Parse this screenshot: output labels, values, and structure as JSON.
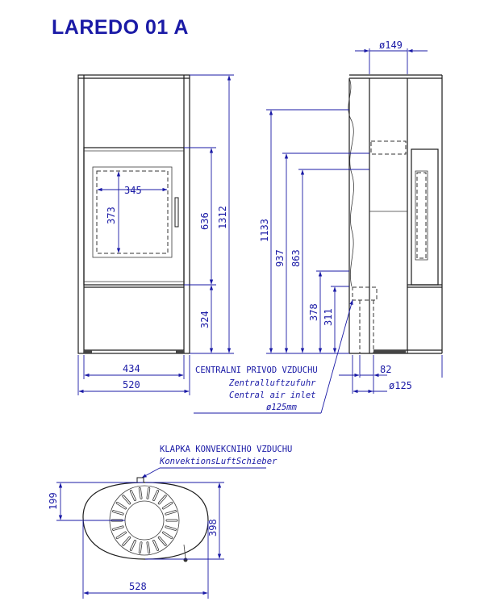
{
  "title": "LAREDO 01 A",
  "dimensions": {
    "front": {
      "height_total": "1312",
      "door_height": "636",
      "base_height": "324",
      "window_width": "345",
      "window_height": "373",
      "width_inner": "434",
      "width_total": "520"
    },
    "side": {
      "flue_diameter": "ø149",
      "h_flue": "1133",
      "h_937": "937",
      "h_863": "863",
      "h_378": "378",
      "h_311": "311",
      "air_inlet_offset": "82",
      "air_inlet_diameter": "ø125"
    },
    "top": {
      "depth": "398",
      "center_offset": "199",
      "width": "528"
    }
  },
  "notes": {
    "air_inlet": {
      "line1": "CENTRALNI PRIVOD VZDUCHU",
      "line2": "Zentralluftzufuhr",
      "line3": "Central air inlet",
      "line4": "ø125mm"
    },
    "damper": {
      "line1": "KLAPKA KONVEKCNIHO VZDUCHU",
      "line2": "KonvektionsLuftSchieber"
    }
  }
}
